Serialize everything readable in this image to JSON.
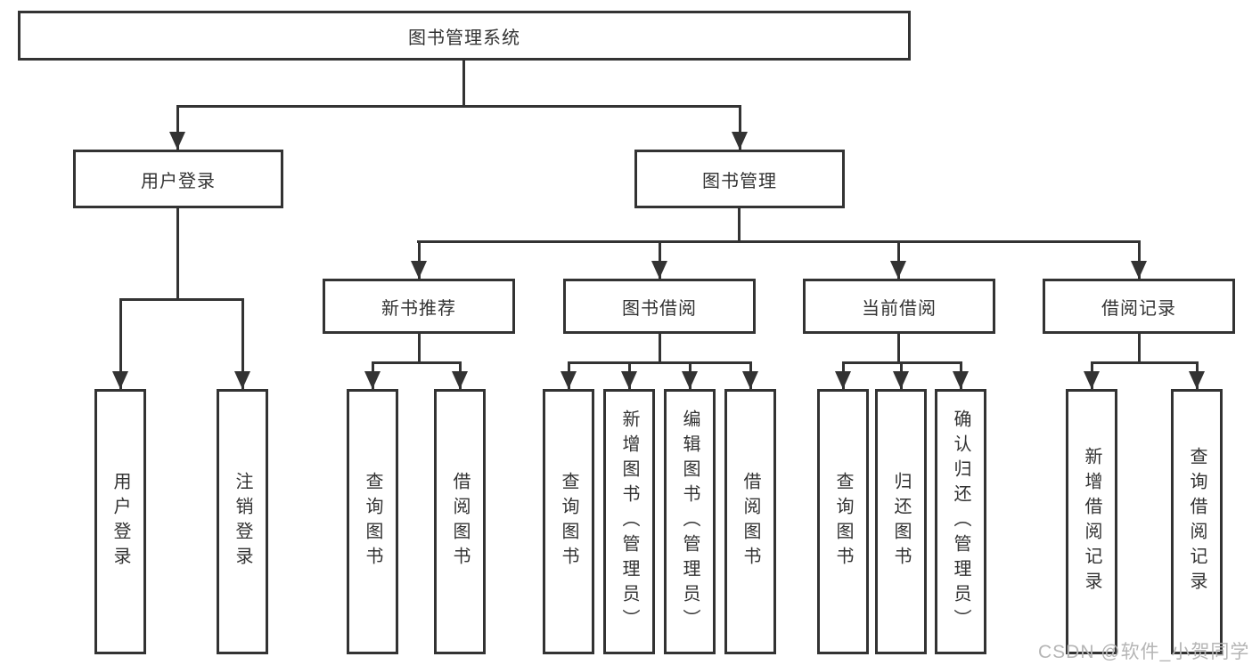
{
  "diagram": {
    "root": {
      "label": "图书管理系统"
    },
    "level2": [
      {
        "label": "用户登录"
      },
      {
        "label": "图书管理"
      }
    ],
    "level3": [
      {
        "label": "新书推荐",
        "parent": "图书管理"
      },
      {
        "label": "图书借阅",
        "parent": "图书管理"
      },
      {
        "label": "当前借阅",
        "parent": "图书管理"
      },
      {
        "label": "借阅记录",
        "parent": "图书管理"
      }
    ],
    "leaves": [
      {
        "label": "用户登录",
        "parent": "用户登录"
      },
      {
        "label": "注销登录",
        "parent": "用户登录"
      },
      {
        "label": "查询图书",
        "parent": "新书推荐"
      },
      {
        "label": "借阅图书",
        "parent": "新书推荐"
      },
      {
        "label": "查询图书",
        "parent": "图书借阅"
      },
      {
        "label": "新增图书（管理员）",
        "parent": "图书借阅"
      },
      {
        "label": "编辑图书（管理员）",
        "parent": "图书借阅"
      },
      {
        "label": "借阅图书",
        "parent": "图书借阅"
      },
      {
        "label": "查询图书",
        "parent": "当前借阅"
      },
      {
        "label": "归还图书",
        "parent": "当前借阅"
      },
      {
        "label": "确认归还（管理员）",
        "parent": "当前借阅"
      },
      {
        "label": "新增借阅记录",
        "parent": "借阅记录"
      },
      {
        "label": "查询借阅记录",
        "parent": "借阅记录"
      }
    ],
    "colors": {
      "line": "#333333",
      "text": "#333333",
      "background": "#ffffff"
    }
  },
  "watermark": {
    "text": "CSDN @软件_小贺同学",
    "color": "#b5b5b5"
  }
}
